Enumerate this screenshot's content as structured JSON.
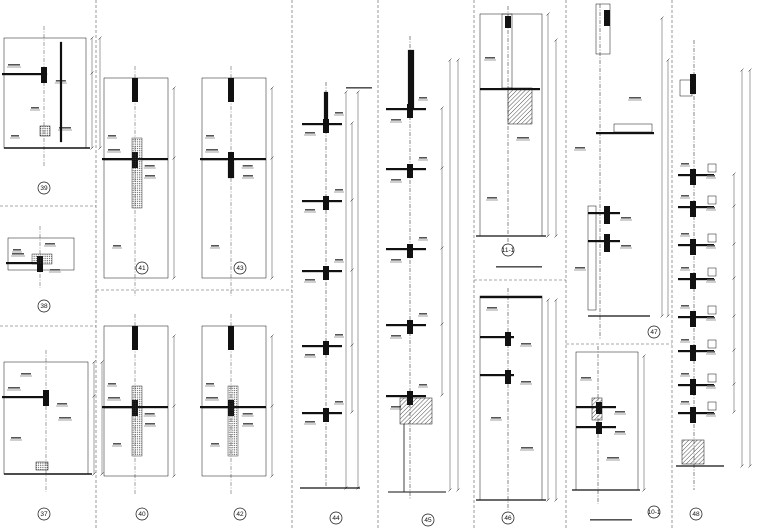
{
  "labels": {
    "d39": "39",
    "d38": "38",
    "d37": "37",
    "d41": "41",
    "d43": "43",
    "d40": "40",
    "d42": "42",
    "d44": "44",
    "d45": "45",
    "d46": "46",
    "d47": "47",
    "d48": "48",
    "d11": "11-1",
    "d10": "10-1"
  }
}
